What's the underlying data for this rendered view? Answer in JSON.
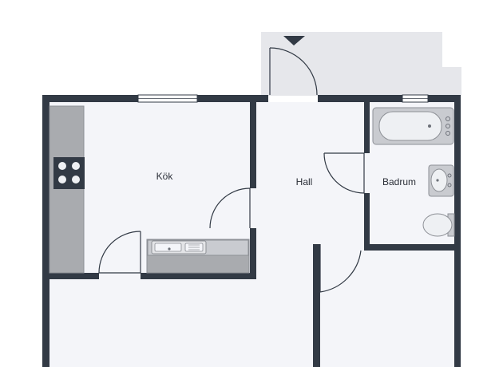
{
  "rooms": {
    "kitchen": {
      "label": "Kök"
    },
    "hall": {
      "label": "Hall"
    },
    "bathroom": {
      "label": "Badrum"
    }
  },
  "entrance": {
    "marker": "entrance-arrow-icon"
  },
  "colors": {
    "wall": "#323a45",
    "floor": "#f4f5f9",
    "outside": "#e6e7eb",
    "fixture": "#c9cbd0",
    "fixture_stroke": "#8d9096",
    "counter": "#a9abaf",
    "door": "#323a45"
  }
}
